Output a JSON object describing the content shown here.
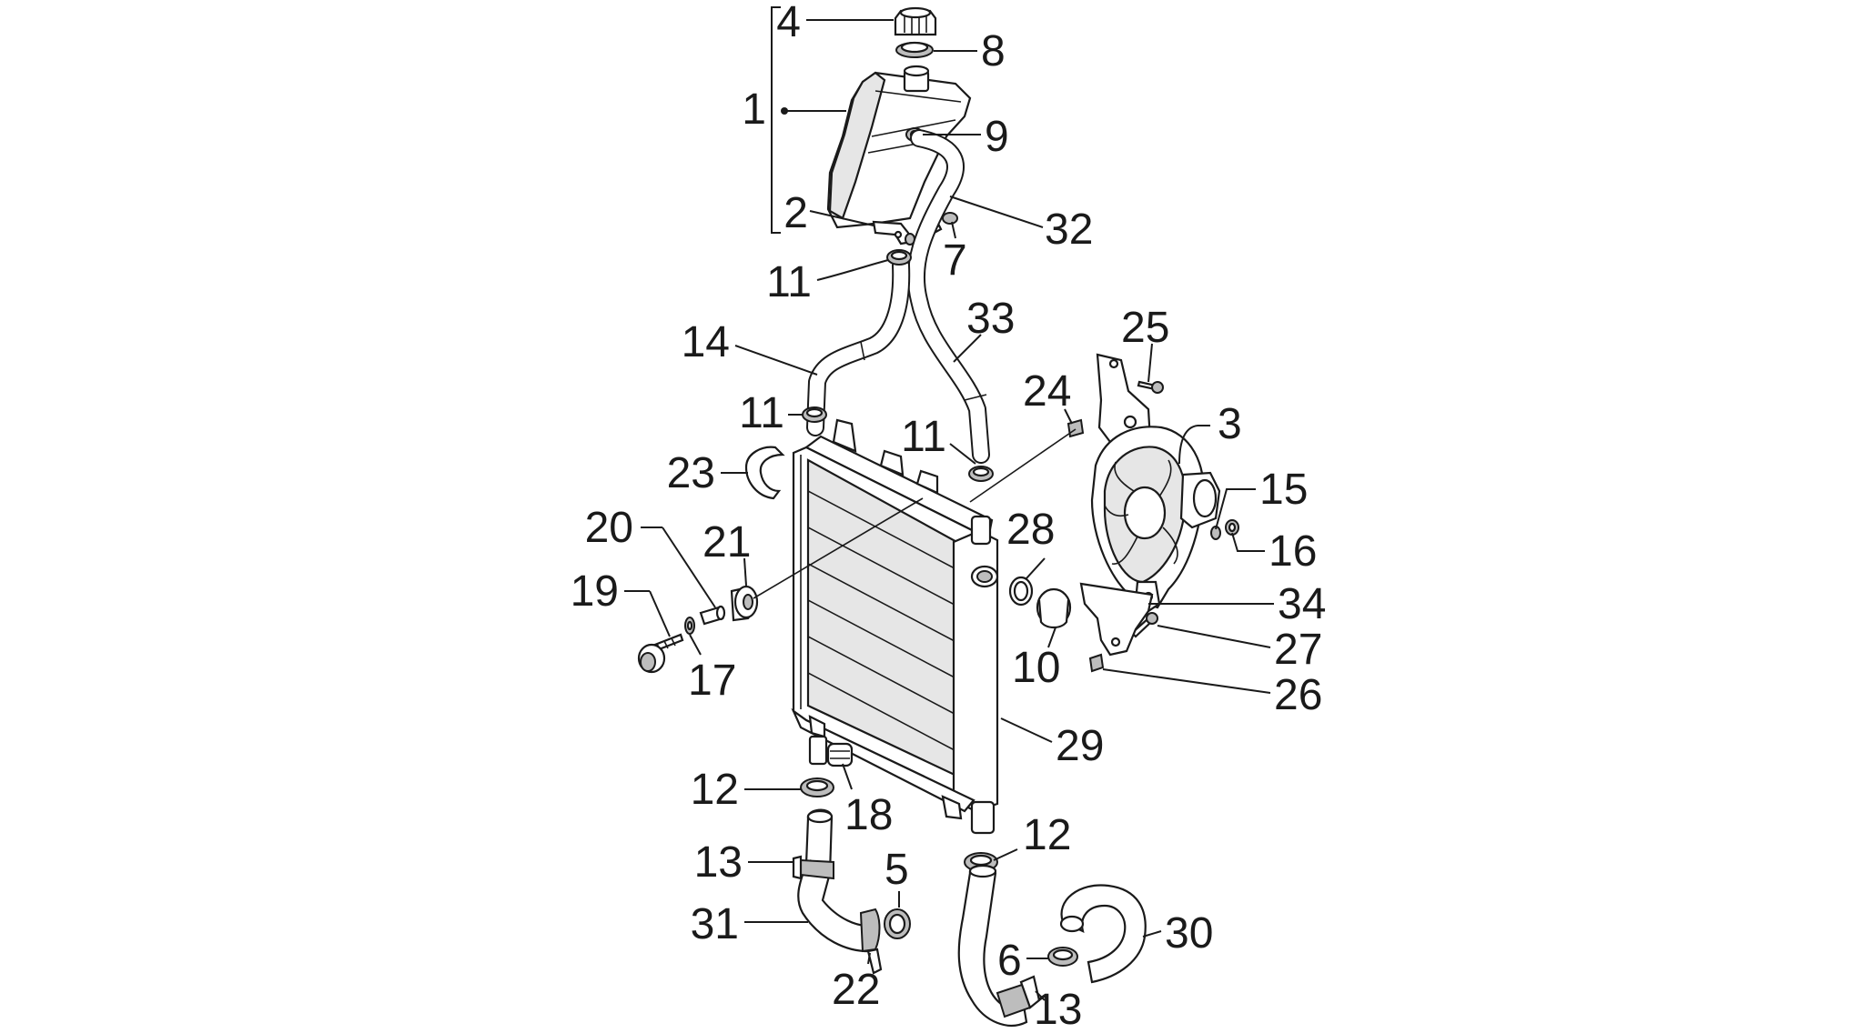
{
  "callouts": [
    {
      "id": "c1",
      "text": "1"
    },
    {
      "id": "c2",
      "text": "2"
    },
    {
      "id": "c4",
      "text": "4"
    },
    {
      "id": "c8",
      "text": "8"
    },
    {
      "id": "c9",
      "text": "9"
    },
    {
      "id": "c7",
      "text": "7"
    },
    {
      "id": "c32",
      "text": "32"
    },
    {
      "id": "c11a",
      "text": "11"
    },
    {
      "id": "c33",
      "text": "33"
    },
    {
      "id": "c14",
      "text": "14"
    },
    {
      "id": "c25",
      "text": "25"
    },
    {
      "id": "c24",
      "text": "24"
    },
    {
      "id": "c3",
      "text": "3"
    },
    {
      "id": "c11b",
      "text": "11"
    },
    {
      "id": "c11c",
      "text": "11"
    },
    {
      "id": "c23",
      "text": "23"
    },
    {
      "id": "c15",
      "text": "15"
    },
    {
      "id": "c16",
      "text": "16"
    },
    {
      "id": "c28",
      "text": "28"
    },
    {
      "id": "c20",
      "text": "20"
    },
    {
      "id": "c21",
      "text": "21"
    },
    {
      "id": "c19",
      "text": "19"
    },
    {
      "id": "c34",
      "text": "34"
    },
    {
      "id": "c27",
      "text": "27"
    },
    {
      "id": "c17",
      "text": "17"
    },
    {
      "id": "c10",
      "text": "10"
    },
    {
      "id": "c26",
      "text": "26"
    },
    {
      "id": "c29",
      "text": "29"
    },
    {
      "id": "c12a",
      "text": "12"
    },
    {
      "id": "c18",
      "text": "18"
    },
    {
      "id": "c12b",
      "text": "12"
    },
    {
      "id": "c13a",
      "text": "13"
    },
    {
      "id": "c5",
      "text": "5"
    },
    {
      "id": "c31",
      "text": "31"
    },
    {
      "id": "c30",
      "text": "30"
    },
    {
      "id": "c6",
      "text": "6"
    },
    {
      "id": "c22",
      "text": "22"
    },
    {
      "id": "c13b",
      "text": "13"
    }
  ]
}
